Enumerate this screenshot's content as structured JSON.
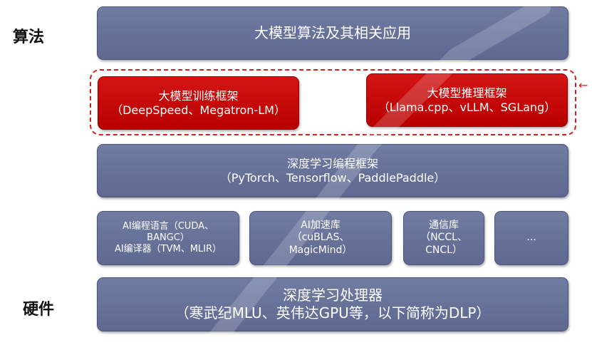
{
  "labels": {
    "algorithm": "算法",
    "hardware": "硬件"
  },
  "layers": {
    "top": "大模型算法及其相关应用",
    "training": {
      "title": "大模型训练框架",
      "detail": "（DeepSpeed、Megatron-LM）"
    },
    "inference": {
      "title": "大模型推理框架",
      "detail": "（Llama.cpp、vLLM、SGLang）"
    },
    "dl_framework": {
      "title": "深度学习编程框架",
      "detail": "（PyTorch、Tensorflow、PaddlePaddle）"
    },
    "libraries": [
      {
        "lines": [
          "AI编程语言（CUDA、",
          "BANGC）",
          "AI编译器（TVM、MLIR）"
        ]
      },
      {
        "lines": [
          "AI加速库",
          "（cuBLAS、",
          "MagicMind）"
        ]
      },
      {
        "lines": [
          "通信库",
          "（NCCL、",
          "CNCL）"
        ]
      },
      {
        "lines": [
          "..."
        ]
      }
    ],
    "hardware": {
      "title": "深度学习处理器",
      "detail": "（寒武纪MLU、英伟达GPU等，以下简称为DLP）"
    }
  },
  "colors": {
    "layer_fill": "#6a76a0",
    "highlight_fill": "#c00000",
    "dashed_border": "#d02020"
  },
  "icons": {
    "arrow": "left-arrow-icon"
  }
}
